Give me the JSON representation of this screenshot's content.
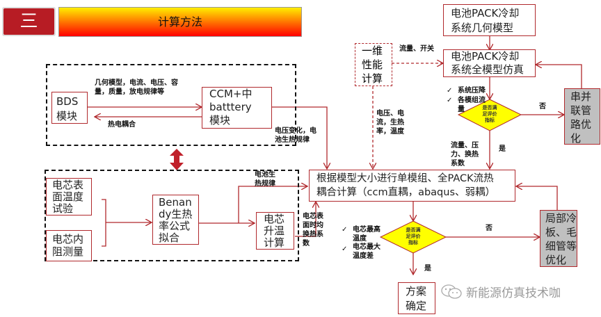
{
  "header": {
    "section_number": "三",
    "title": "计算方法"
  },
  "nodes": {
    "bds": "BDS\n模块",
    "ccm": "CCM+中\nbatttery\n模块",
    "pack_geo": "电池PACK冷却\n系统几何模型",
    "pack_full": "电池PACK冷却\n系统全模型仿真",
    "one_d": "一维\n性能\n计算",
    "series_parallel": "串并\n联管\n路优\n化",
    "cell_surface_test": "电芯表\n面温度\n试验",
    "cell_resistance": "电芯内\n阻测量",
    "bernardi": "Benan\ndy生热\n率公式\n拟合",
    "cell_temp_rise": "电芯\n升温\n计算",
    "coupled_calc": "根据模型大小进行单模组、全PACK流热\n耦合计算（ccm直耦，abaqus、弱耦）",
    "local_opt": "局部冷\n板、毛\n细管等\n优化",
    "final": "方案\n确定"
  },
  "labels": {
    "bds_to_ccm": "几何模型，电流、电压、容\n量，质量，放电规律等",
    "thermo_electric": "热电耦合",
    "voltage_change": "电压变化，电\n池生热规律",
    "flow_switch": "流量、开关",
    "volt_current": "电压、电\n流，生热\n率，温度",
    "check1_items": [
      "系统压降",
      "各模组流\n量"
    ],
    "no1": "否",
    "yes1": "是",
    "flow_pressure": "流量、压\n力、换热\n系数",
    "heat_law": "电池生\n热规律",
    "surface_coef": "电芯表\n面时均\n换热系\n数",
    "check2_items": [
      "电芯最高\n温度",
      "电芯最大\n温度差"
    ],
    "no2": "否",
    "yes2": "是",
    "check_mark": "✓"
  },
  "decisions": {
    "d1": "是否满\n足评价\n指标",
    "d2": "是否满\n足评价\n指标"
  },
  "watermark": "新能源仿真技术咖",
  "colors": {
    "box_border": "#b0282c",
    "arrow": "#b0282c",
    "diamond_fill": "#ffff00",
    "gray_box": "#c0c0c0",
    "badge": "#b71c24"
  }
}
